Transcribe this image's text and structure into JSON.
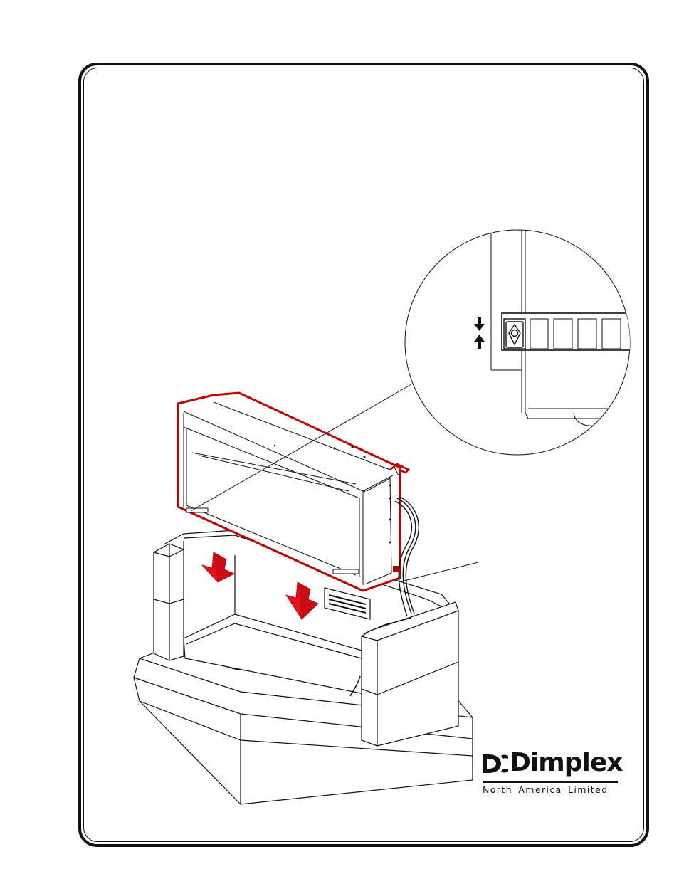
{
  "brand": {
    "name": "Dimplex",
    "tagline": "North America Limited",
    "mark_icon": "dimplex-dc-logo-mark"
  },
  "colors": {
    "outline": "#111111",
    "highlight": "#c00000",
    "arrow_fill": "#e8101a",
    "page": "#ffffff"
  },
  "icons": {
    "placement_arrows": "down-arrow-icon",
    "alignment_arrows": "up-down-arrows-icon",
    "keyhole": "keyhole-slot-icon"
  }
}
